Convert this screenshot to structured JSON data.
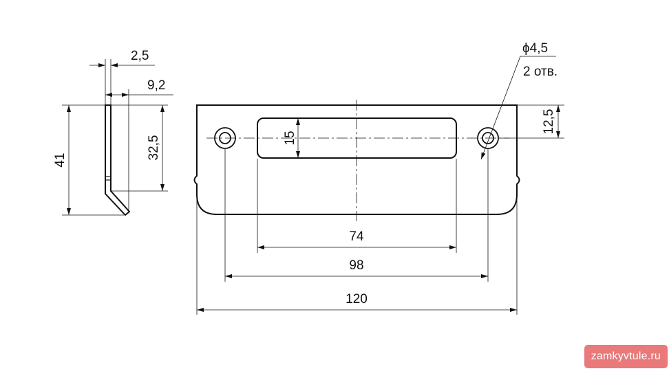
{
  "dimensions": {
    "thickness": "2,5",
    "side_depth": "9,2",
    "height": "41",
    "hole_height": "32,5",
    "slot_height": "15",
    "hole_offset": "12,5",
    "slot_length": "74",
    "hole_spacing": "98",
    "total_length": "120"
  },
  "hole_note": {
    "diameter": "ϕ4,5",
    "count": "2 отв."
  },
  "watermark": {
    "text": "zamkyvtule.ru",
    "color": "#e9797a"
  },
  "colors": {
    "line": "#111111",
    "background": "#ffffff"
  }
}
